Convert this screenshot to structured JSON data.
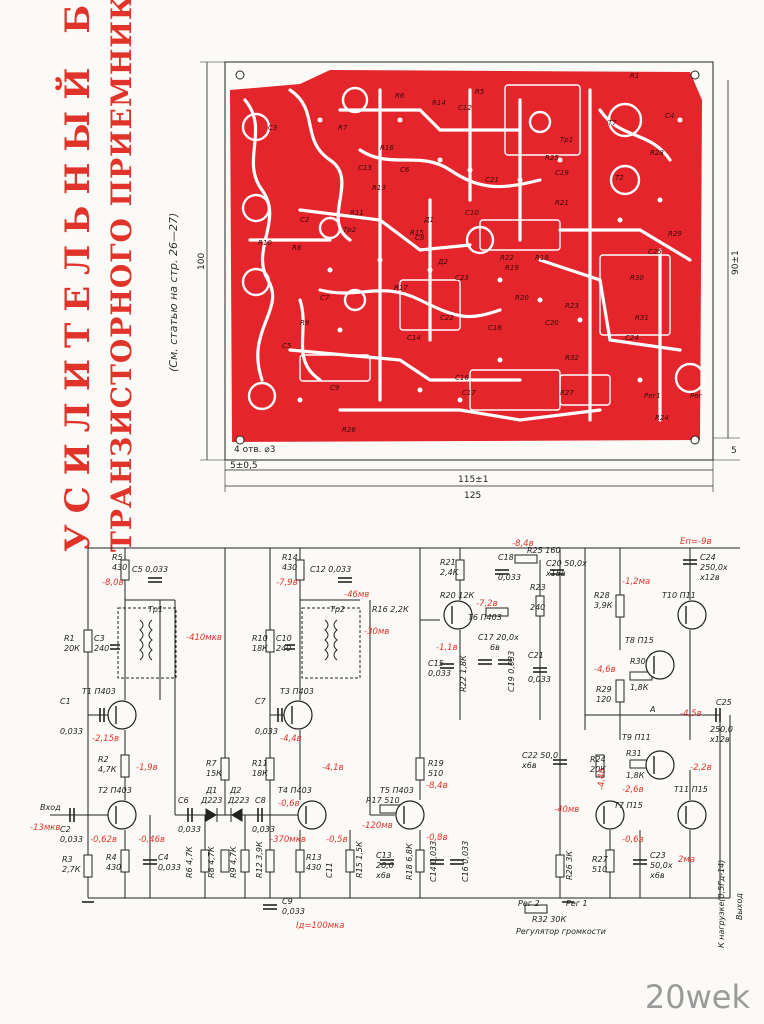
{
  "title": {
    "line1": "УСИЛИТЕЛЬНЫЙ БЛОК",
    "line2": "ТРАНЗИСТОРНОГО ПРИЕМНИКА",
    "reference": "(См. статью на стр. 26—27)"
  },
  "pcb": {
    "dimensions": {
      "width_outer": "125",
      "width_inner": "115±1",
      "offset": "5±0,5",
      "height": "100",
      "height_inner": "90±1",
      "right_margin": "5",
      "hole": "4 отв. ⌀3"
    },
    "labels": [
      "R1",
      "R5",
      "R6",
      "R7",
      "R8",
      "R9",
      "R10",
      "R11",
      "R13",
      "R14",
      "R15",
      "R16",
      "R17",
      "R18",
      "R19",
      "R20",
      "R21",
      "R22",
      "R23",
      "R24",
      "R25",
      "R26",
      "R27",
      "R28",
      "R29",
      "R30",
      "R31",
      "R32",
      "C2",
      "C3",
      "C4",
      "C5",
      "C6",
      "C7",
      "C8",
      "C9",
      "C10",
      "C12",
      "C13",
      "C14",
      "C16",
      "C17",
      "C18",
      "C19",
      "C20",
      "C21",
      "C22",
      "C23",
      "C24",
      "C25",
      "Д1",
      "Д2",
      "Тр1",
      "Тр2",
      "Рег",
      "Рег1",
      "T2",
      "T7"
    ]
  },
  "schematic": {
    "supply": "Eп=-9в",
    "components": {
      "R1": [
        "R1",
        "20К"
      ],
      "C3": [
        "C3",
        "240"
      ],
      "R5": [
        "R5",
        "430"
      ],
      "C5": [
        "C5 0,033"
      ],
      "Tr1": "Тр1",
      "T1": "T1 П403",
      "C1": [
        "C1",
        "0,033"
      ],
      "R2": [
        "R2",
        "4,7К"
      ],
      "T2": "T2 П403",
      "C2": [
        "C2",
        "0,033"
      ],
      "R3": [
        "R3",
        "2,7К"
      ],
      "R4": [
        "R4",
        "430"
      ],
      "C4": [
        "C4",
        "0,033"
      ],
      "R7": [
        "R7",
        "15К"
      ],
      "D1": [
        "Д1",
        "Д223"
      ],
      "D2": [
        "Д2",
        "Д223"
      ],
      "C6": [
        "C6",
        "0,033"
      ],
      "C8": [
        "C8",
        "0,033"
      ],
      "R6": [
        "R6 4,7К"
      ],
      "R8": [
        "R8 4,7К"
      ],
      "R9": [
        "R9 4,7К"
      ],
      "R12": [
        "R12 3,9К"
      ],
      "C9": [
        "C9",
        "0,033"
      ],
      "R10": [
        "R10",
        "18К"
      ],
      "C10": [
        "C10",
        "240"
      ],
      "R14": [
        "R14",
        "430"
      ],
      "C12": [
        "C12 0,033"
      ],
      "Tr2": "Тр2",
      "R16": "R16 2,2К",
      "C7": [
        "C7",
        "0,033"
      ],
      "T3": "T3 П403",
      "R11": [
        "R11",
        "18К"
      ],
      "T4": "T4 П403",
      "R13": [
        "R13",
        "430"
      ],
      "C11": "C11",
      "R15": "R15 1,5К",
      "T5": "T5 П403",
      "R17": "R17 510",
      "R19": [
        "R19",
        "510"
      ],
      "C13": [
        "C13",
        "20,0",
        "x6в"
      ],
      "R18": "R18 6,8К",
      "C14": "C14 0,033",
      "C16": "C16 0,033",
      "R21": [
        "R21",
        "2,4К"
      ],
      "R20": "R20 12К",
      "C18": [
        "C18",
        "0,033"
      ],
      "R25": "R25 160",
      "C20": [
        "C20 50,0x",
        "x15в"
      ],
      "T6": "T6 П403",
      "R23": [
        "R23",
        "240"
      ],
      "C17": [
        "C17 20,0x",
        "6в"
      ],
      "R22": "R22 1,8К",
      "C19": "C19 0,033",
      "C15": [
        "C15",
        "0,033"
      ],
      "C21": [
        "C21",
        "0,033"
      ],
      "C22": [
        "C22 50,0",
        "x6в"
      ],
      "R26": "R26 3К",
      "R24": [
        "R24",
        "20К"
      ],
      "T7": "T7 П15",
      "R27": [
        "R27",
        "510"
      ],
      "C23": [
        "C23",
        "50,0x",
        "x6в"
      ],
      "R28": [
        "R28",
        "3,9К"
      ],
      "T8": "T8 П15",
      "R30": [
        "R30",
        "1,8К"
      ],
      "R29": [
        "R29",
        "120"
      ],
      "T9": "T9 П11",
      "R31": [
        "R31",
        "1,8К"
      ],
      "T10": "T10 П11",
      "T11": "T11 П15",
      "C24": [
        "C24",
        "250,0x",
        "x12в"
      ],
      "C25": [
        "C25",
        "250,0",
        "x12в"
      ],
      "R32": "R32 30К",
      "nodeA": "А"
    },
    "voltages": {
      "v1": "-8,0в",
      "v2": "-410мкв",
      "v3": "-2,15в",
      "v4": "-1,9в",
      "v5": "-0,62в",
      "v6": "-0,46в",
      "v7": "-7,9в",
      "v8": "-46мв",
      "v9": "-30мв",
      "v10": "-4,4в",
      "v11": "-4,1в",
      "v12": "-0,6в",
      "v13": "-370мкв",
      "v14": "-0,5в",
      "v15": "-120мв",
      "v16": "-8,4в",
      "v17": "-0,8в",
      "v18": "-8,4в",
      "v19": "-7,2в",
      "v20": "-1,1в",
      "v21": "-1,2ма",
      "v22": "-4,6в",
      "v23": "-4,5в",
      "v24": "-4,4в",
      "v25": "-2,6в",
      "v26": "-2,2в",
      "v27": "-40мв",
      "v28": "-0,6в",
      "v29": "2ма",
      "v30": "-13мкв",
      "v31": "Iд=100мка"
    },
    "io": {
      "input": "Вход",
      "output": "Выход",
      "load": "К нагрузке(0,5Гд-14)",
      "reg2": "Рег 2",
      "reg1": "Рег 1",
      "regulator": "Регулятор громкости"
    }
  },
  "watermark": "20wek",
  "colors": {
    "accent_red": "#e0342a",
    "ink": "#222222",
    "paper": "#fbfaf7"
  }
}
